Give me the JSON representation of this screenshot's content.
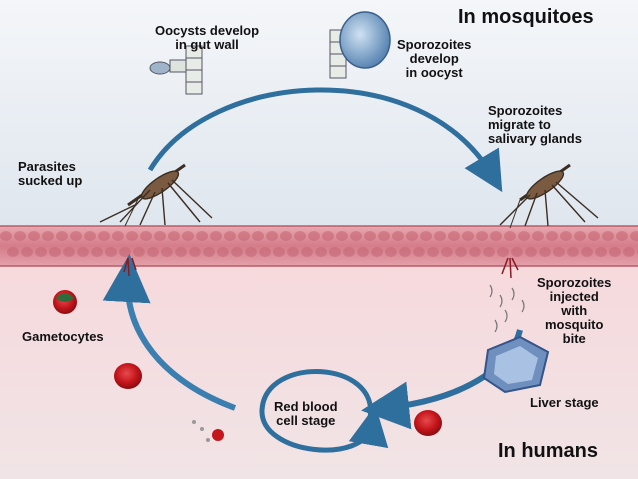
{
  "headers": {
    "mosquitoes": "In mosquitoes",
    "humans": "In humans"
  },
  "labels": {
    "oocysts": "Oocysts develop\nin gut wall",
    "sporozoites_develop": "Sporozoites\ndevelop\nin oocyst",
    "sporozoites_migrate": "Sporozoites\nmigrate to\nsalivary glands",
    "parasites": "Parasites\nsucked up",
    "sporozoites_injected": "Sporozoites\ninjected\nwith\nmosquito\nbite",
    "gametocytes": "Gametocytes",
    "liver": "Liver stage",
    "rbc": "Red blood\ncell stage"
  },
  "colors": {
    "arrow": "#2f6f9e",
    "arrow_light": "#6fa6cf",
    "skin": "#d98b95",
    "blood_cell": "#c4161c",
    "sky": "#e9eef4"
  }
}
